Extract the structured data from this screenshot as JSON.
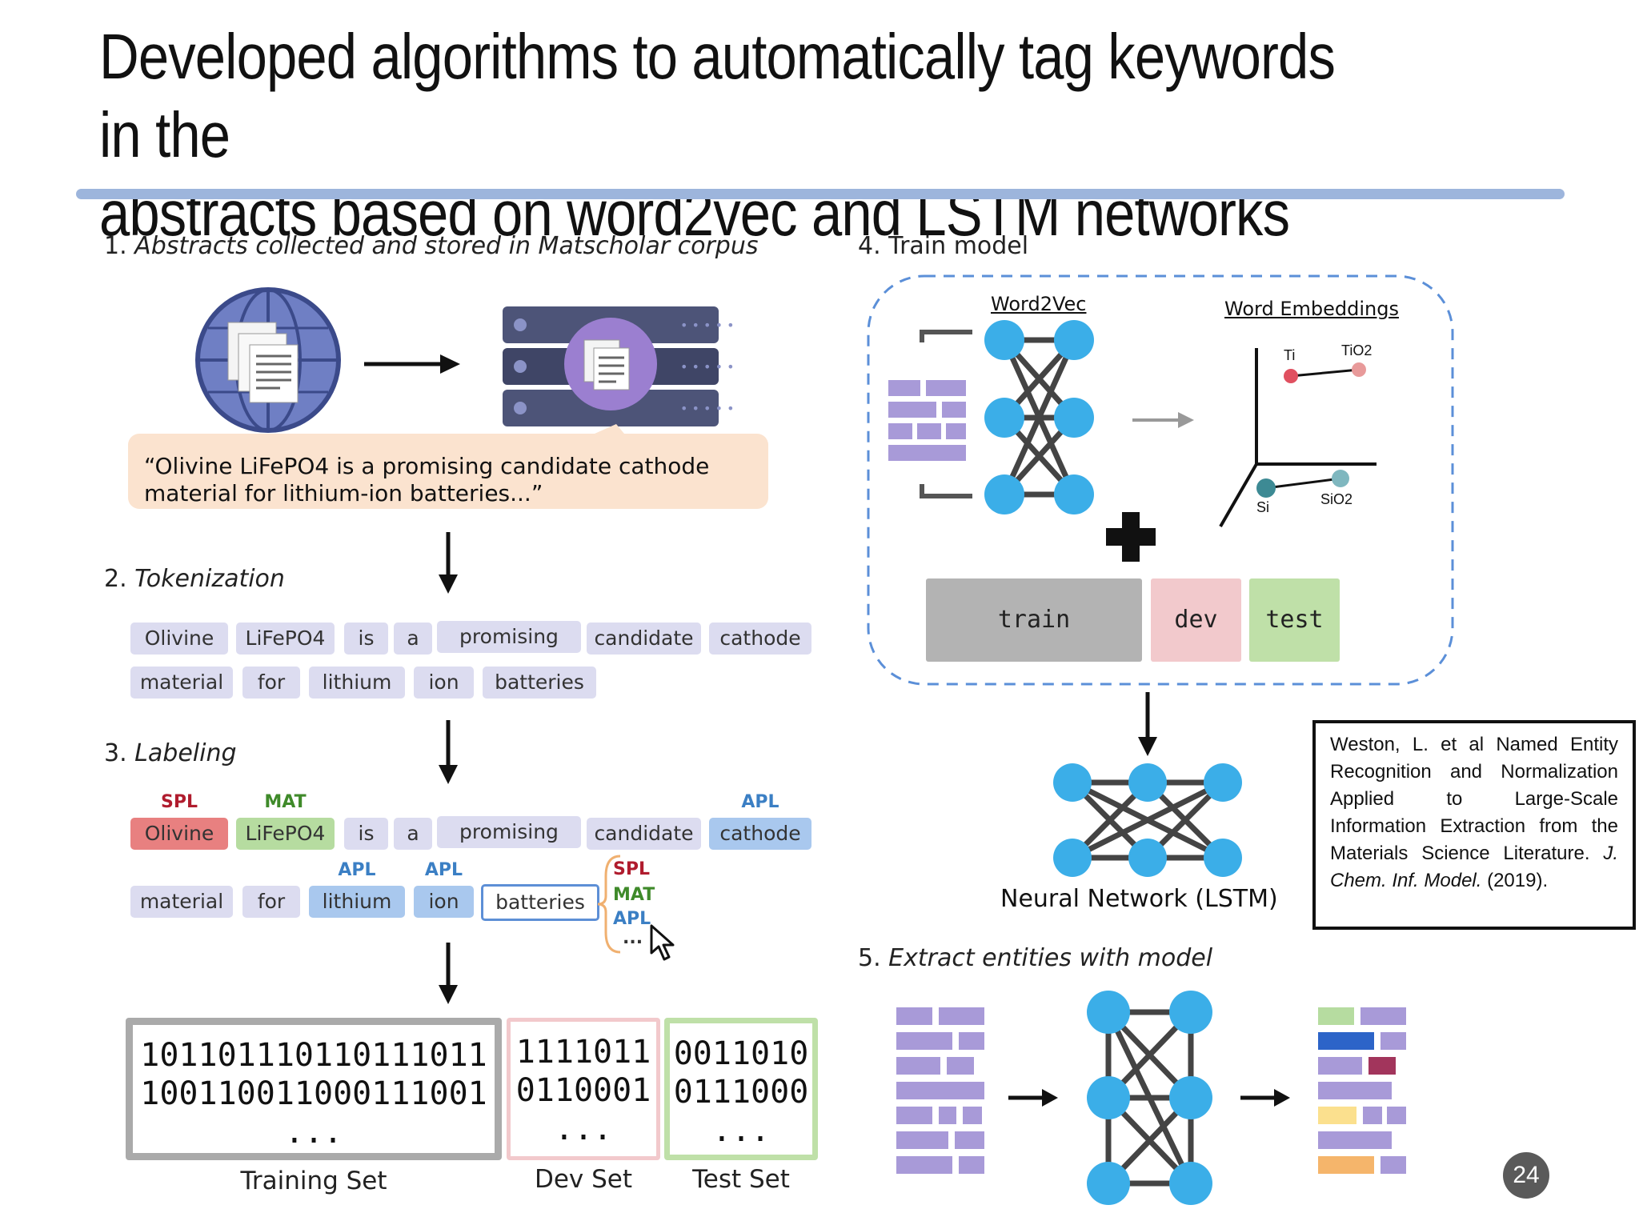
{
  "slide": {
    "title_line1": "Developed algorithms to automatically tag keywords in the",
    "title_line2": "abstracts based on word2vec and LSTM networks",
    "page_number": "24"
  },
  "colors": {
    "title_rule": "#9db5dc",
    "token_bg": "#dcdcf0",
    "spl": "#b01c2e",
    "spl_bg": "#e88080",
    "mat": "#3f8a2a",
    "mat_bg": "#b6dca0",
    "apl": "#3b7fc4",
    "apl_bg": "#a9c8ee",
    "train": "#b3b3b3",
    "dev": "#f2c9cc",
    "test": "#bfe0a8",
    "node": "#3baee8"
  },
  "step1": {
    "number": "1.",
    "heading": "Abstracts collected and stored in Matscholar corpus",
    "quote_line1": "“Olivine LiFePO4 is a promising candidate cathode",
    "quote_line2": "material for lithium-ion batteries...”"
  },
  "step2": {
    "number": "2.",
    "heading": "Tokenization",
    "tokens_row1": [
      "Olivine",
      "LiFePO4",
      "is",
      "a",
      "promising",
      "candidate",
      "cathode"
    ],
    "tokens_row2": [
      "material",
      "for",
      "lithium",
      "ion",
      "batteries"
    ]
  },
  "step3": {
    "number": "3.",
    "heading": "Labeling",
    "labels": {
      "olivine": "SPL",
      "lifepo4": "MAT",
      "cathode": "APL",
      "lithium": "APL",
      "ion": "APL"
    },
    "tokens_row1": [
      "Olivine",
      "LiFePO4",
      "is",
      "a",
      "promising",
      "candidate",
      "cathode"
    ],
    "tokens_row2": [
      "material",
      "for",
      "lithium",
      "ion",
      "batteries"
    ],
    "label_options": [
      "SPL",
      "MAT",
      "APL",
      "..."
    ]
  },
  "datasets": {
    "training": {
      "lines": [
        "101101110110111011",
        "100110011000111001",
        "..."
      ],
      "label": "Training Set"
    },
    "dev": {
      "lines": [
        "1111011",
        "0110001",
        "..."
      ],
      "label": "Dev Set"
    },
    "test": {
      "lines": [
        "0011010",
        "0111000",
        "..."
      ],
      "label": "Test Set"
    }
  },
  "step4": {
    "number": "4.",
    "heading": "Train model",
    "word2vec_label": "Word2Vec",
    "embeddings_label": "Word Embeddings",
    "points": [
      "Ti",
      "TiO2",
      "Si",
      "SiO2"
    ],
    "splits": [
      "train",
      "dev",
      "test"
    ],
    "network_label": "Neural Network (LSTM)"
  },
  "citation": {
    "text": "Weston, L. et al Named Entity Recognition and Normalization Applied to Large-Scale Information Extraction from the Materials Science Literature.",
    "journal": "J. Chem. Inf. Model.",
    "year": "(2019)."
  },
  "step5": {
    "number": "5.",
    "heading": "Extract entities with model"
  }
}
